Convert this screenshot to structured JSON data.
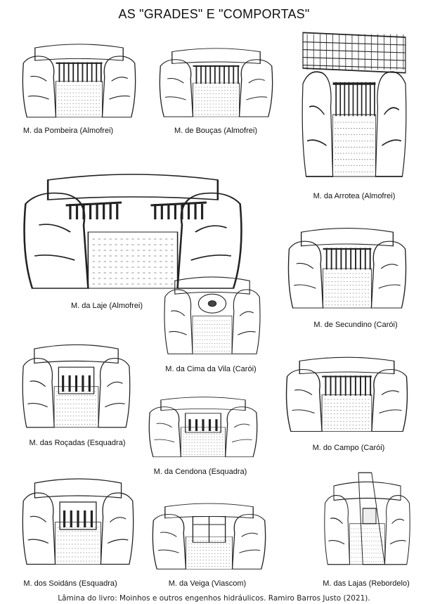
{
  "title": "AS \"GRADES\" E \"COMPORTAS\"",
  "panels": [
    {
      "caption": "M. da Pombeira (Almofrei)",
      "kind": "grate"
    },
    {
      "caption": "M. de Bouças (Almofrei)",
      "kind": "grate"
    },
    {
      "caption": "M. da Arrotea (Almofrei)",
      "kind": "roof"
    },
    {
      "caption": "M. da Laje (Almofrei)",
      "kind": "double"
    },
    {
      "caption": "M. de Secundino (Carói)",
      "kind": "grate"
    },
    {
      "caption": "M. da Cima da Vila (Carói)",
      "kind": "hole"
    },
    {
      "caption": "M. das Roçadas (Esquadra)",
      "kind": "gate"
    },
    {
      "caption": "M. do Campo (Carói)",
      "kind": "grate"
    },
    {
      "caption": "M. da Cendona (Esquadra)",
      "kind": "gate"
    },
    {
      "caption": "M. dos Soidáns (Esquadra)",
      "kind": "gate"
    },
    {
      "caption": "M. da Veiga (Viascom)",
      "kind": "door"
    },
    {
      "caption": "M. das Lajas (Rebordelo)",
      "kind": "channel"
    }
  ],
  "footer": "Lâmina do livro: Moinhos e outros engenhos hidráulicos. Ramiro Barros Justo (2021)."
}
